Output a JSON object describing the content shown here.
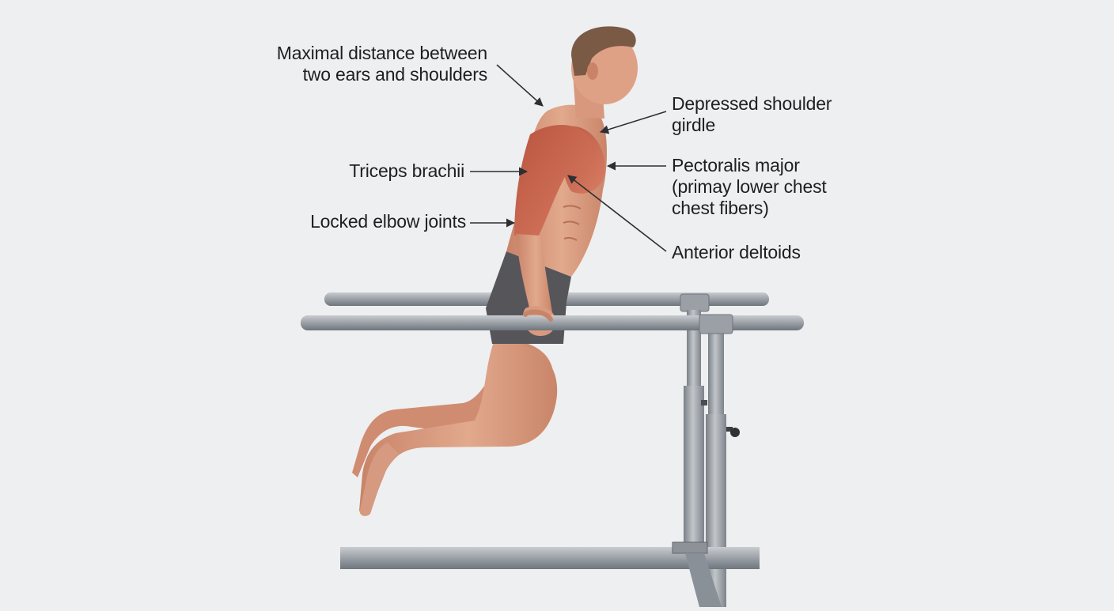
{
  "labels": {
    "ears_line1": "Maximal distance between",
    "ears_line2": "two ears and shoulders",
    "depressed_line1": "Depressed shoulder",
    "depressed_line2": "girdle",
    "triceps": "Triceps brachii",
    "pec_line1": "Pectoralis major",
    "pec_line2": "(primay lower chest",
    "pec_line3": "chest fibers)",
    "elbow": "Locked elbow joints",
    "deltoid": "Anterior deltoids"
  },
  "colors": {
    "background": "#eeeff0",
    "skin": "#d99a7e",
    "muscle": "#c4644d",
    "shorts": "#55555a",
    "metal": "#9ea3a9",
    "leader": "#2e2f33",
    "text": "#1f1f22"
  }
}
